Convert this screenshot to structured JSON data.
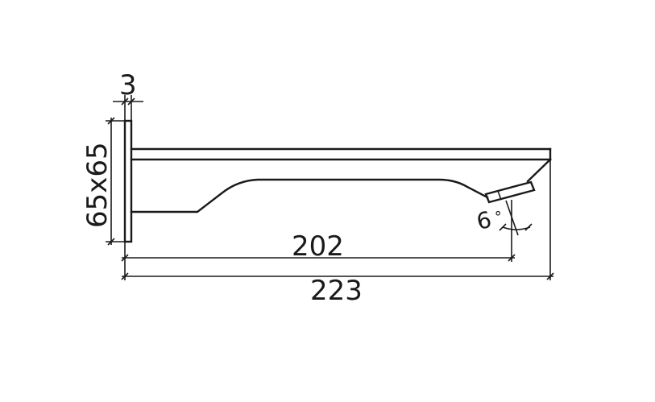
{
  "dimensions": {
    "plate_thickness": "3",
    "plate_size": "65x65",
    "outlet_reach": "202",
    "overall_length": "223",
    "outlet_angle": "6",
    "degree_symbol": "°"
  }
}
